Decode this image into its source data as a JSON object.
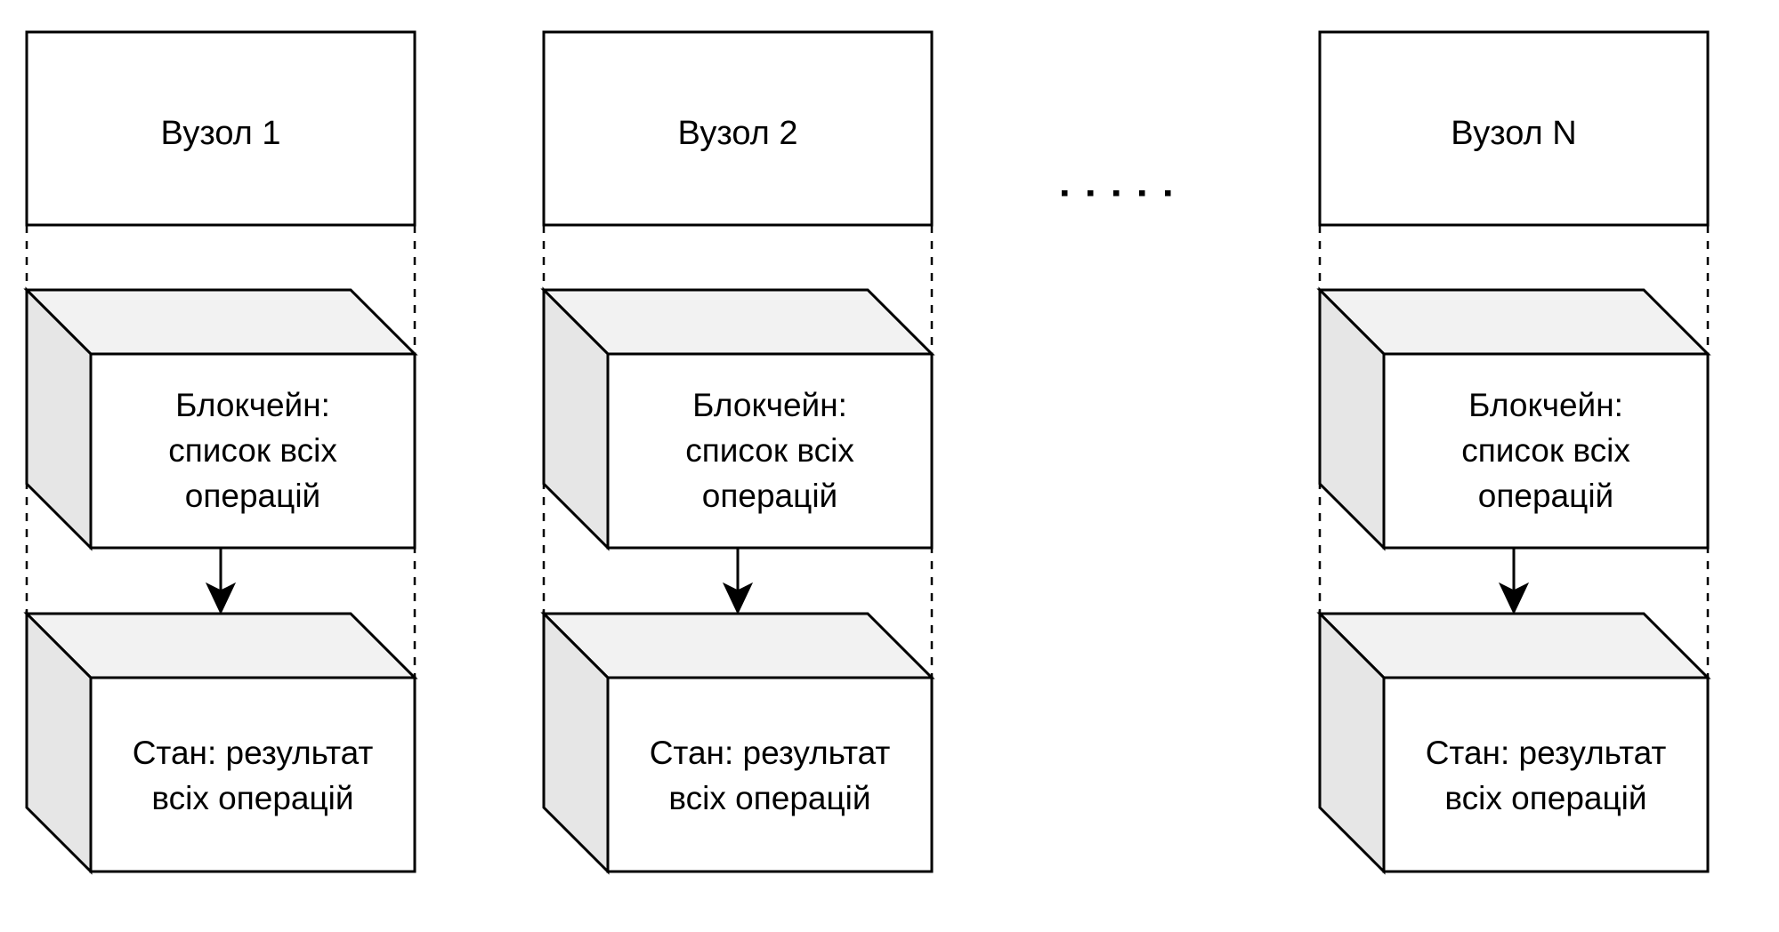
{
  "diagram": {
    "title": "",
    "colors": {
      "stroke": "#000000",
      "background": "#ffffff",
      "cube_top": "#f2f2f2",
      "cube_side": "#e6e6e6",
      "cube_front": "#ffffff"
    },
    "nodes": [
      {
        "label": "Вузол 1",
        "blockchain_lines": [
          "Блокчейн:",
          "список всіх",
          "операцій"
        ],
        "state_lines": [
          "Стан: результат",
          "всіх операцій"
        ]
      },
      {
        "label": "Вузол 2",
        "blockchain_lines": [
          "Блокчейн:",
          "список всіх",
          "операцій"
        ],
        "state_lines": [
          "Стан: результат",
          "всіх операцій"
        ]
      },
      {
        "label": "Вузол N",
        "blockchain_lines": [
          "Блокчейн:",
          "список всіх",
          "операцій"
        ],
        "state_lines": [
          "Стан: результат",
          "всіх операцій"
        ]
      }
    ],
    "ellipsis": "·····",
    "edges": [
      {
        "from": "blockchain",
        "to": "state",
        "type": "arrow"
      }
    ]
  }
}
